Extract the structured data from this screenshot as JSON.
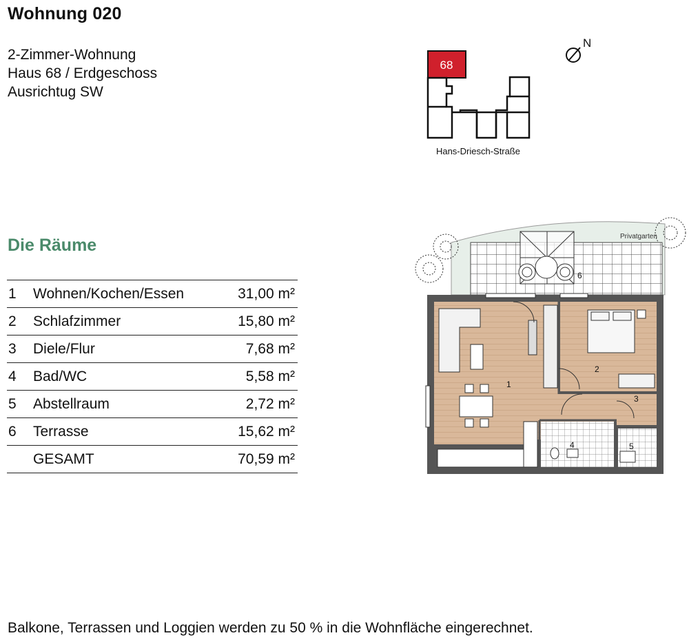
{
  "header": {
    "title": "Wohnung 020",
    "lines": [
      "2-Zimmer-Wohnung",
      "Haus 68 / Erdgeschoss",
      "Ausrichtug SW"
    ]
  },
  "siteplan": {
    "house_label": "68",
    "street": "Hans-Driesch-Straße",
    "north": "N",
    "highlight_color": "#d0202c"
  },
  "rooms": {
    "heading": "Die Räume",
    "items": [
      {
        "num": "1",
        "name": "Wohnen/Kochen/Essen",
        "area": "31,00 m²"
      },
      {
        "num": "2",
        "name": "Schlafzimmer",
        "area": "15,80 m²"
      },
      {
        "num": "3",
        "name": "Diele/Flur",
        "area": "7,68 m²"
      },
      {
        "num": "4",
        "name": "Bad/WC",
        "area": "5,58 m²"
      },
      {
        "num": "5",
        "name": "Abstellraum",
        "area": "2,72 m²"
      },
      {
        "num": "6",
        "name": "Terrasse",
        "area": "15,62 m²"
      }
    ],
    "total": {
      "num": "",
      "name": "GESAMT",
      "area": "70,59 m²"
    }
  },
  "floorplan": {
    "garden_label": "Privatgarten",
    "room_numbers": [
      "1",
      "2",
      "3",
      "4",
      "5",
      "6"
    ]
  },
  "footer": "Balkone, Terrassen und Loggien werden zu 50 % in die Wohnfläche eingerechnet."
}
